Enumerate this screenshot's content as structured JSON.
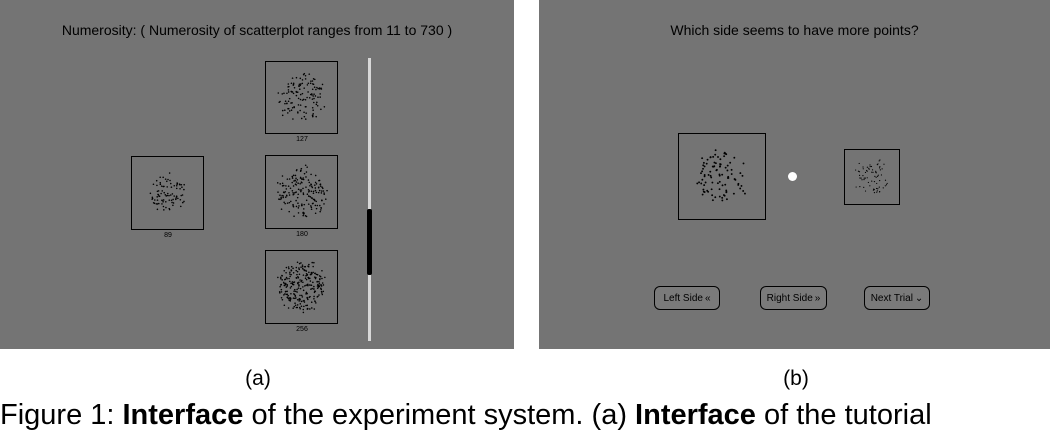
{
  "panel_a": {
    "title": "Numerosity: ( Numerosity of scatterplot ranges from 11 to 730 )",
    "plots": [
      {
        "label": "89",
        "count": 89
      },
      {
        "label": "127",
        "count": 127
      },
      {
        "label": "180",
        "count": 180
      },
      {
        "label": "256",
        "count": 256
      }
    ],
    "caption": "(a)"
  },
  "panel_b": {
    "title": "Which side seems to have more points?",
    "buttons": [
      {
        "label": "Left Side",
        "icon": "double-chevron-left-icon",
        "glyph": "«"
      },
      {
        "label": "Right Side",
        "icon": "double-chevron-right-icon",
        "glyph": "»"
      },
      {
        "label": "Next Trial",
        "icon": "double-chevron-down-icon",
        "glyph": "⌄"
      }
    ],
    "caption": "(b)"
  },
  "figure_caption": {
    "lead": "Figure 1: ",
    "interface": "Interface",
    "text": " of the experiment system. (a) ",
    "interface2": "Interface",
    "tail": " of the tutorial"
  },
  "colors": {
    "panel_bg": "#747474",
    "slider_track": "#d8d8d8",
    "fixation": "#ffffff"
  }
}
